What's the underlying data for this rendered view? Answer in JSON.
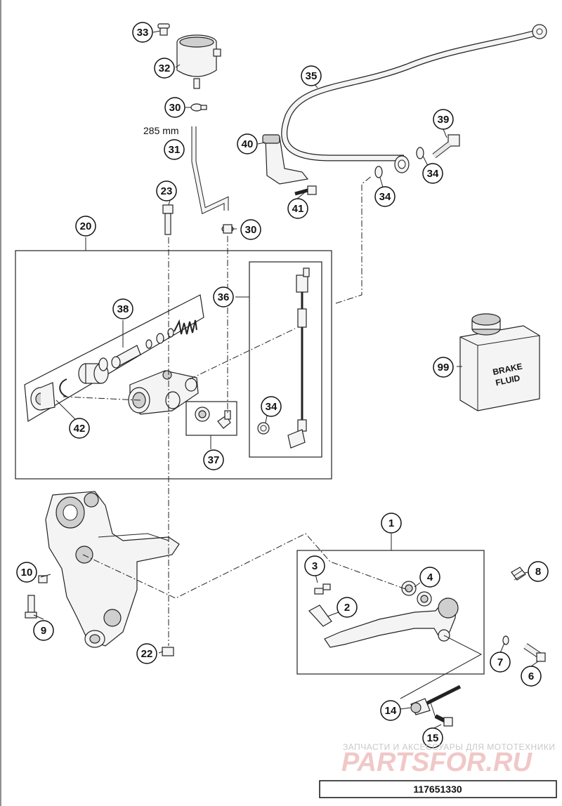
{
  "diagram": {
    "callouts": [
      {
        "id": "c33",
        "label": "33"
      },
      {
        "id": "c32",
        "label": "32"
      },
      {
        "id": "c30a",
        "label": "30"
      },
      {
        "id": "c31",
        "label": "31"
      },
      {
        "id": "c23",
        "label": "23"
      },
      {
        "id": "c30b",
        "label": "30"
      },
      {
        "id": "c20",
        "label": "20"
      },
      {
        "id": "c35",
        "label": "35"
      },
      {
        "id": "c40",
        "label": "40"
      },
      {
        "id": "c39",
        "label": "39"
      },
      {
        "id": "c34a",
        "label": "34"
      },
      {
        "id": "c34b",
        "label": "34"
      },
      {
        "id": "c41",
        "label": "41"
      },
      {
        "id": "c36",
        "label": "36"
      },
      {
        "id": "c38",
        "label": "38"
      },
      {
        "id": "c42",
        "label": "42"
      },
      {
        "id": "c34c",
        "label": "34"
      },
      {
        "id": "c37",
        "label": "37"
      },
      {
        "id": "c99",
        "label": "99"
      },
      {
        "id": "c1",
        "label": "1"
      },
      {
        "id": "c10",
        "label": "10"
      },
      {
        "id": "c9",
        "label": "9"
      },
      {
        "id": "c3",
        "label": "3"
      },
      {
        "id": "c4",
        "label": "4"
      },
      {
        "id": "c8",
        "label": "8"
      },
      {
        "id": "c2",
        "label": "2"
      },
      {
        "id": "c7",
        "label": "7"
      },
      {
        "id": "c6",
        "label": "6"
      },
      {
        "id": "c22",
        "label": "22"
      },
      {
        "id": "c14",
        "label": "14"
      },
      {
        "id": "c15",
        "label": "15"
      }
    ],
    "hose_length_label": "285 mm",
    "fluid_can_label_line1": "BRAKE",
    "fluid_can_label_line2": "FLUID",
    "watermark_top": "ЗАПЧАСТИ И АКСЕССУАРЫ ДЛЯ МОТОТЕХНИКИ",
    "watermark_main": "PARTSFOR.RU",
    "document_number": "117651330"
  }
}
